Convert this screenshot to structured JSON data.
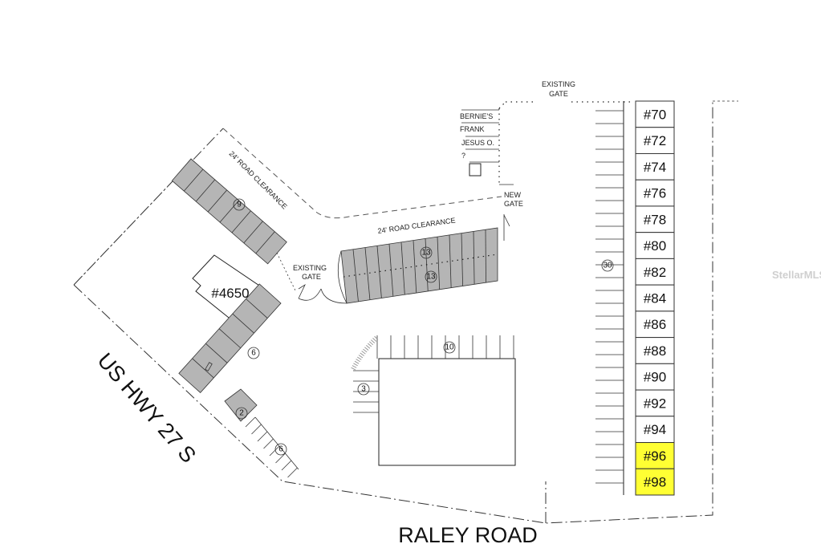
{
  "labels": {
    "existing_gate_top": [
      "EXISTING",
      "GATE"
    ],
    "existing_gate_mid": [
      "EXISTING",
      "GATE"
    ],
    "new_gate": [
      "NEW",
      "GATE"
    ],
    "tenants": [
      "BERNIE'S",
      "FRANK",
      "JESUS O.",
      "?"
    ],
    "road_clearance_1": "24' ROAD CLEARANCE",
    "road_clearance_2": "24' ROAD CLEARANCE",
    "building": "#4650",
    "highway": "US HWY 27 S",
    "road": "RALEY ROAD",
    "watermark": "StellarMLS"
  },
  "parking_counts": {
    "angled_row_north": "9",
    "center_row_top": "13",
    "center_row_bottom": "13",
    "angled_row_west": "6",
    "corner": "2",
    "southwest_row": "6",
    "building_north": "10",
    "building_west": "3",
    "east_row": "30"
  },
  "units": [
    {
      "label": "#70",
      "highlighted": false
    },
    {
      "label": "#72",
      "highlighted": false
    },
    {
      "label": "#74",
      "highlighted": false
    },
    {
      "label": "#76",
      "highlighted": false
    },
    {
      "label": "#78",
      "highlighted": false
    },
    {
      "label": "#80",
      "highlighted": false
    },
    {
      "label": "#82",
      "highlighted": false
    },
    {
      "label": "#84",
      "highlighted": false
    },
    {
      "label": "#86",
      "highlighted": false
    },
    {
      "label": "#88",
      "highlighted": false
    },
    {
      "label": "#90",
      "highlighted": false
    },
    {
      "label": "#92",
      "highlighted": false
    },
    {
      "label": "#94",
      "highlighted": false
    },
    {
      "label": "#96",
      "highlighted": true
    },
    {
      "label": "#98",
      "highlighted": true
    }
  ],
  "colors": {
    "highlight": "#ffff33",
    "parking_fill": "#b5b5b5"
  }
}
